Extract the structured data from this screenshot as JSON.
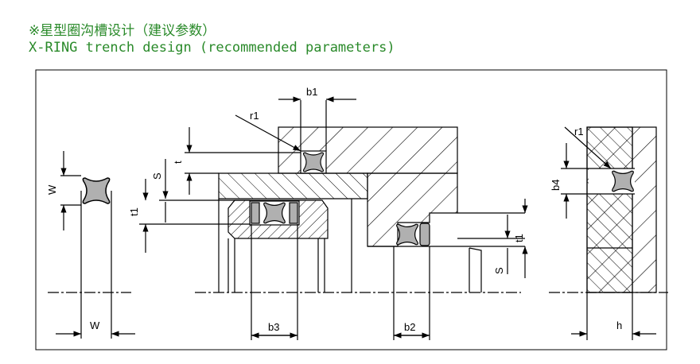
{
  "title_cn": "※星型圈沟槽设计（建议参数）",
  "title_en": "X-RING trench design (recommended parameters)",
  "labels": {
    "w_left": "W",
    "w_bottom": "W",
    "t": "t",
    "s_mid": "S",
    "t1_mid": "t1",
    "r1_mid": "r1",
    "b1": "b1",
    "b3": "b3",
    "b2": "b2",
    "t1_right": "t1",
    "s_right": "S",
    "r1_right": "r1",
    "b4": "b4",
    "h": "h"
  },
  "colors": {
    "title": "#2a8a2a",
    "seal": "#b0b0b0"
  }
}
